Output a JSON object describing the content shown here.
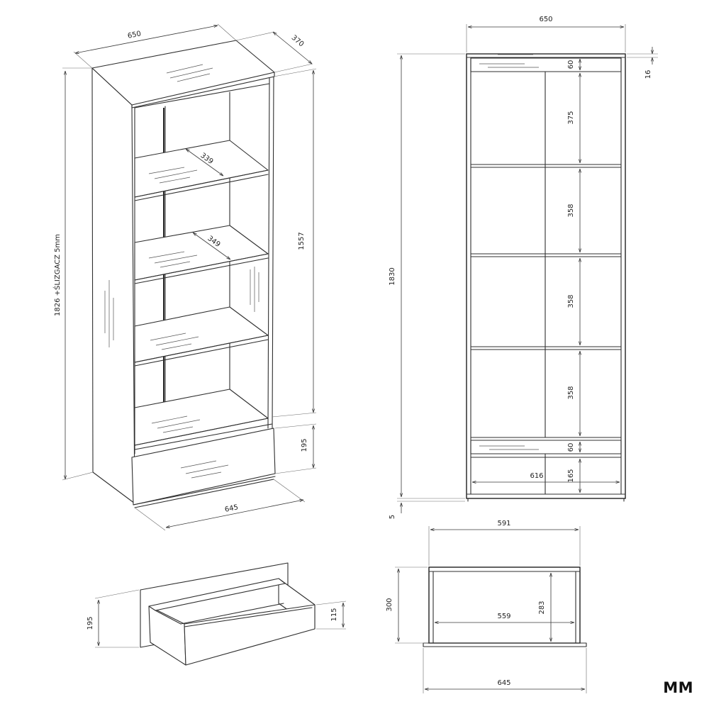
{
  "brand": {
    "logo_text": "MM"
  },
  "iso_view": {
    "width": "650",
    "depth": "370",
    "height_note": "1826 +ŚLIZGACZ 5mm",
    "inner_height": "1557",
    "drawer_height": "195",
    "base_width": "645",
    "shelf_depth_upper": "339",
    "shelf_depth_lower": "349"
  },
  "front_view": {
    "width": "650",
    "top_thickness": "16",
    "height": "1830",
    "glide": "5",
    "top_rail": "60",
    "compartments": [
      "375",
      "358",
      "358",
      "358"
    ],
    "bottom_rail": "60",
    "drawer_zone": "165",
    "inner_width": "616"
  },
  "drawer_iso": {
    "front_height": "195",
    "box_height": "115"
  },
  "drawer_plan": {
    "outer_width": "591",
    "depth": "300",
    "inner_depth": "283",
    "inner_width": "559",
    "front_width": "645"
  }
}
